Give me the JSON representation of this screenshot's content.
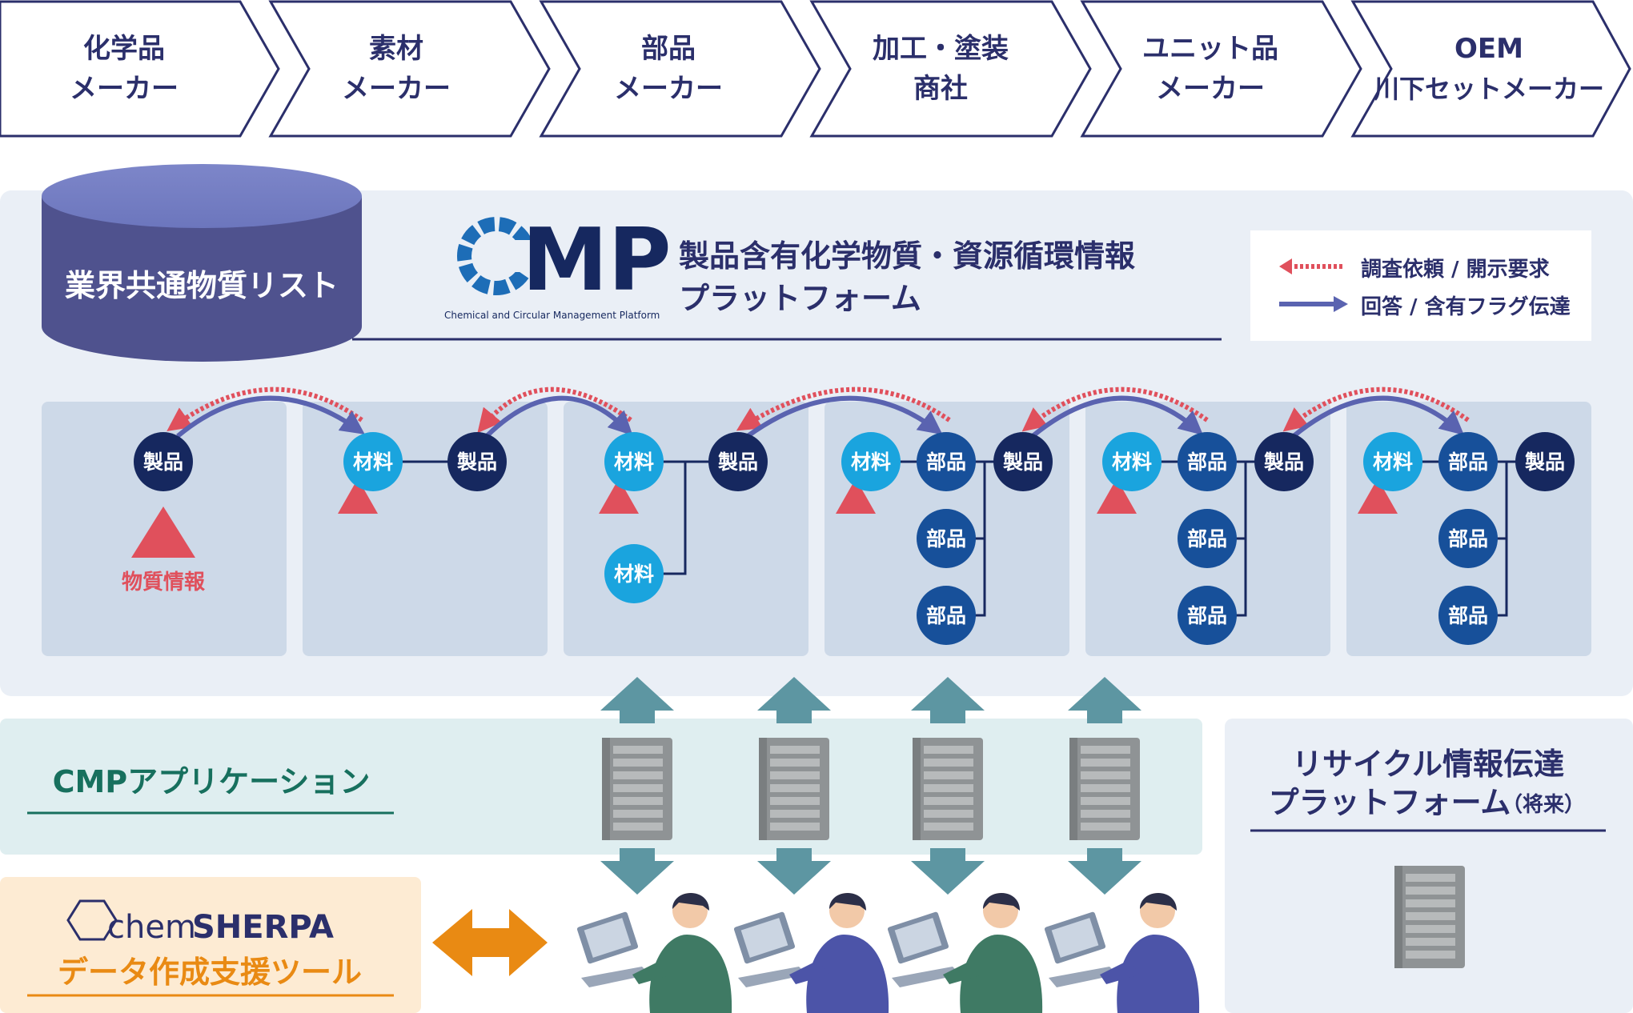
{
  "supply_chain": [
    {
      "line1": "化学品",
      "line2": "メーカー"
    },
    {
      "line1": "素材",
      "line2": "メーカー"
    },
    {
      "line1": "部品",
      "line2": "メーカー"
    },
    {
      "line1": "加工・塗装",
      "line2": "商社"
    },
    {
      "line1": "ユニット品",
      "line2": "メーカー"
    },
    {
      "line1": "OEM",
      "line2": "川下セットメーカー"
    }
  ],
  "platform": {
    "substance_list": "業界共通物質リスト",
    "logo_text": "MP",
    "logo_subtitle": "Chemical and Circular Management Platform",
    "title_line1": "製品含有化学物質・資源循環情報",
    "title_line2": "プラットフォーム",
    "legend": {
      "request": "調査依頼 / 開示要求",
      "answer": "回答 / 含有フラグ伝達"
    },
    "substance_info": "物質情報"
  },
  "nodes": {
    "product": "製品",
    "material": "材料",
    "part": "部品"
  },
  "app": {
    "title": "CMPアプリケーション"
  },
  "recycle": {
    "line1": "リサイクル情報伝達",
    "line2": "プラットフォーム",
    "note": "（将来）"
  },
  "chemsherpa": {
    "brand_light": "chem",
    "brand_bold": "SHERPA",
    "tool": "データ作成支援ツール"
  },
  "colors": {
    "navy": "#16285f",
    "blue": "#17509a",
    "cyan": "#1aa4de",
    "red": "#e0505c",
    "arrow_blue": "#5a63b0",
    "teal": "#5d96a2",
    "orange": "#e98a13",
    "text_green": "#17705e"
  }
}
